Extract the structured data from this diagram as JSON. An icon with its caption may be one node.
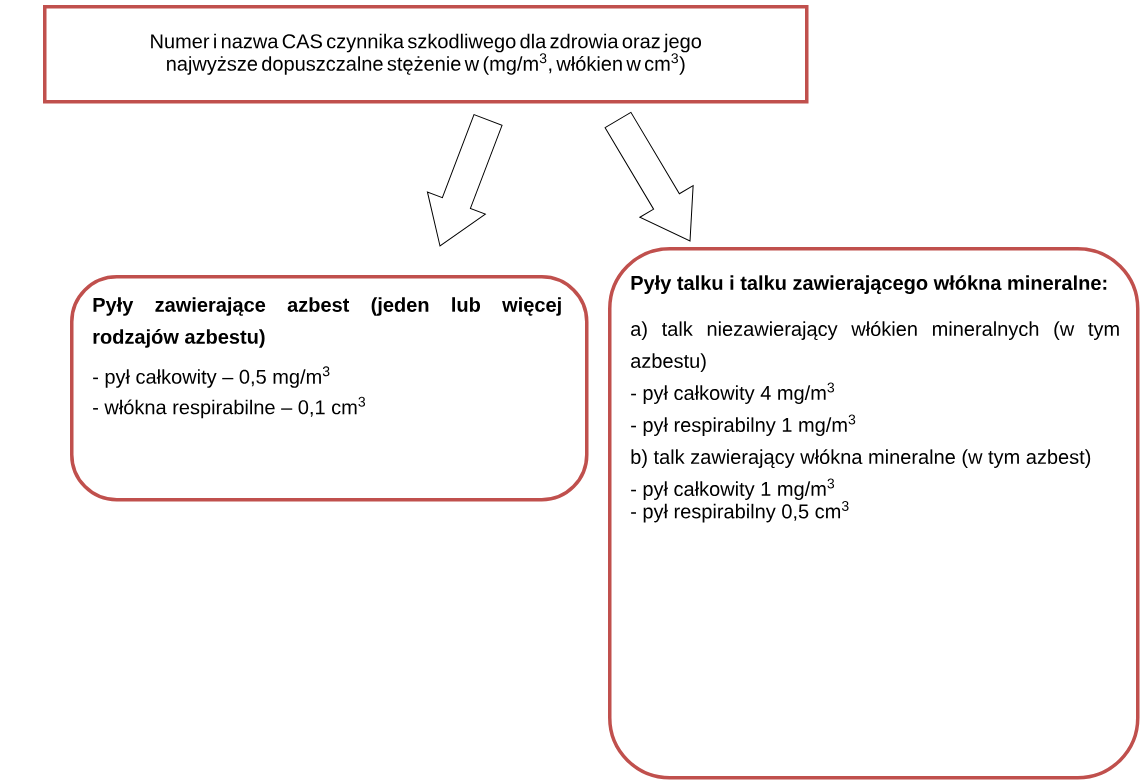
{
  "diagram": {
    "nodes": [
      {
        "text": [
          "Numer i nazwa CAS czynnika szkodliwego dla zdrowia oraz jego najwyższe dopuszczalne stężenie w (mg/m$^{3}$, włókien w cm$^{3}$)"
        ]
      },
      {
        "text": [
          "Pyły zawierające azbest (jeden lub więcej rodzajów azbestu)",
          "- pył całkowity – 0,5 mg/m$^{3}$",
          "- włókna respirabilne – 0,1 cm$^{3}$"
        ]
      },
      {
        "text": [
          "Pyły talku i talku zawierającego włókna mineralne:",
          "a) talk niezawierający włókien mineralnych (w tym azbestu)",
          "- pył całkowity 4 mg/m$^{3}$",
          "- pył respirabilny 1 mg/m$^{3}$",
          "b) talk zawierający włókna mineralne (w tym azbest)",
          "- pył całkowity 1 mg/m$^{3}$",
          "- pył respirabilny 0,5 cm$^{3}$"
        ]
      }
    ],
    "edges": [
      {
        "from": 0,
        "to": 1,
        "arrow": "to"
      },
      {
        "from": 0,
        "to": 2,
        "arrow": "to"
      }
    ]
  }
}
